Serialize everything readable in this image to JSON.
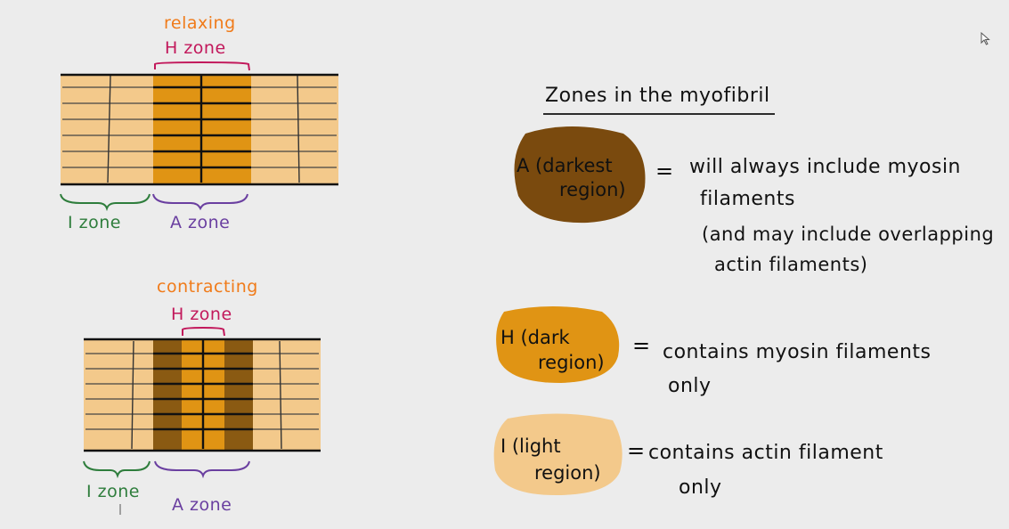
{
  "diagram": {
    "relaxing": {
      "state_label": "relaxing",
      "h_zone_label": "H zone",
      "i_zone_label": "I zone",
      "a_zone_label": "A zone"
    },
    "contracting": {
      "state_label": "contracting",
      "h_zone_label": "H zone",
      "i_zone_label": "I zone",
      "a_zone_label": "A zone"
    }
  },
  "notes": {
    "title": "Zones in the myofibril",
    "zones": [
      {
        "blob_line1": "A (darkest",
        "blob_line2": "region)",
        "line1": "will always include myosin",
        "line2": "filaments",
        "line3": "(and may include overlapping",
        "line4": "actin filaments)",
        "color": "#7a4a0e"
      },
      {
        "blob_line1": "H (dark",
        "blob_line2": "region)",
        "line1": "contains myosin filaments",
        "line2": "only",
        "color": "#e09414"
      },
      {
        "blob_line1": "I (light",
        "blob_line2": "region)",
        "line1": "contains actin filament",
        "line2": "only",
        "color": "#f3c98b"
      }
    ],
    "equals": "="
  },
  "colors": {
    "light_band": "#f3c98b",
    "mid_band": "#e09414",
    "dark_band": "#8a5a12",
    "i_zone": "#2e7d3c",
    "a_zone": "#6a3fa0",
    "h_zone": "#c2185b",
    "state_label": "#f07b1a"
  },
  "icons": {
    "cursor": "cursor-icon"
  }
}
